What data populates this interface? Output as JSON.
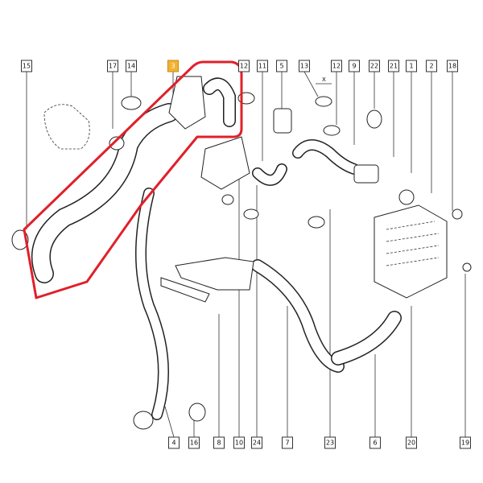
{
  "diagram": {
    "highlight_color": "#e0202a",
    "selected_label_color": "#f2b233",
    "dimension_mark": "X",
    "top_labels": [
      "15",
      "17",
      "14",
      "3",
      "12",
      "11",
      "5",
      "13",
      "12",
      "9",
      "22",
      "21",
      "1",
      "2",
      "18"
    ],
    "bottom_labels": [
      "4",
      "16",
      "8",
      "10",
      "24",
      "7",
      "23",
      "6",
      "20",
      "19"
    ],
    "selected_part": "3"
  }
}
